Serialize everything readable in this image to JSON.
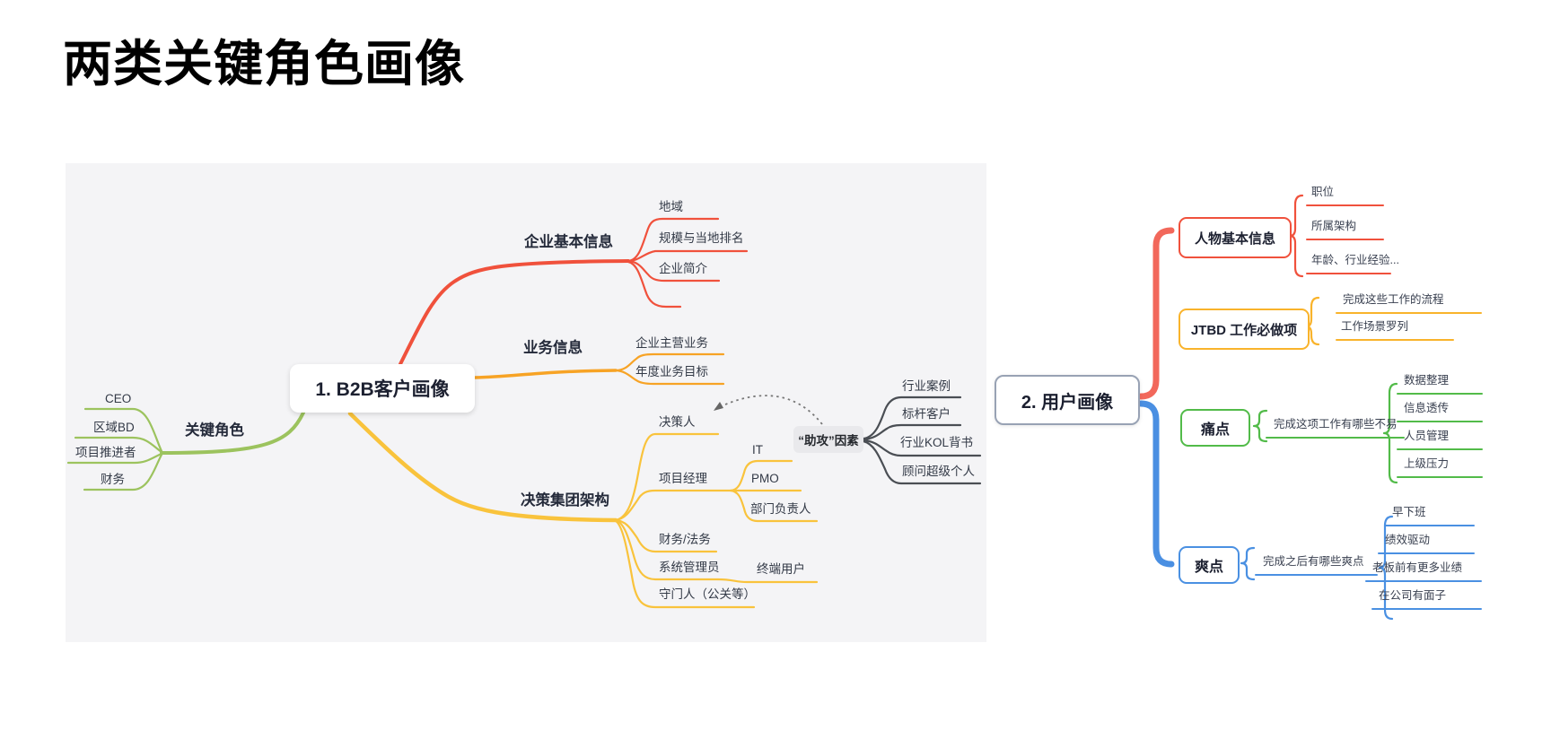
{
  "title": "两类关键角色画像",
  "colors": {
    "red": "#F0513C",
    "orange": "#F7A325",
    "yellow": "#F9C33C",
    "green_left": "#9CC35E",
    "green_right": "#52BB49",
    "blue": "#4A90E2",
    "dark_branch": "#4A4E54",
    "panel_bg": "#F4F4F6",
    "assist_bg": "#E9E9EC"
  },
  "map1": {
    "root": "1. B2B客户画像",
    "roles": {
      "label": "关键角色",
      "children": [
        "CEO",
        "区域BD",
        "项目推进者",
        "财务"
      ]
    },
    "basic": {
      "label": "企业基本信息",
      "children": [
        "地域",
        "规模与当地排名",
        "企业简介"
      ]
    },
    "business": {
      "label": "业务信息",
      "children": [
        "企业主营业务",
        "年度业务目标"
      ]
    },
    "decision": {
      "label": "决策集团架构",
      "children": [
        "决策人",
        "项目经理",
        "财务/法务",
        "系统管理员",
        "守门人（公关等）"
      ],
      "pm_children": [
        "IT",
        "PMO",
        "部门负责人"
      ],
      "admin_children": [
        "终端用户"
      ]
    },
    "assist": {
      "label": "“助攻”因素",
      "children": [
        "行业案例",
        "标杆客户",
        "行业KOL背书",
        "顾问超级个人"
      ]
    }
  },
  "map2": {
    "root": "2. 用户画像",
    "persona": {
      "label": "人物基本信息",
      "children": [
        "职位",
        "所属架构",
        "年龄、行业经验..."
      ]
    },
    "jtbd": {
      "label": "JTBD 工作必做项",
      "children": [
        "完成这些工作的流程",
        "工作场景罗列"
      ]
    },
    "pain": {
      "label": "痛点",
      "summary": "完成这项工作有哪些不易",
      "children": [
        "数据整理",
        "信息透传",
        "人员管理",
        "上级压力"
      ]
    },
    "gain": {
      "label": "爽点",
      "summary": "完成之后有哪些爽点",
      "children": [
        "早下班",
        "绩效驱动",
        "老板前有更多业绩",
        "在公司有面子"
      ]
    }
  }
}
